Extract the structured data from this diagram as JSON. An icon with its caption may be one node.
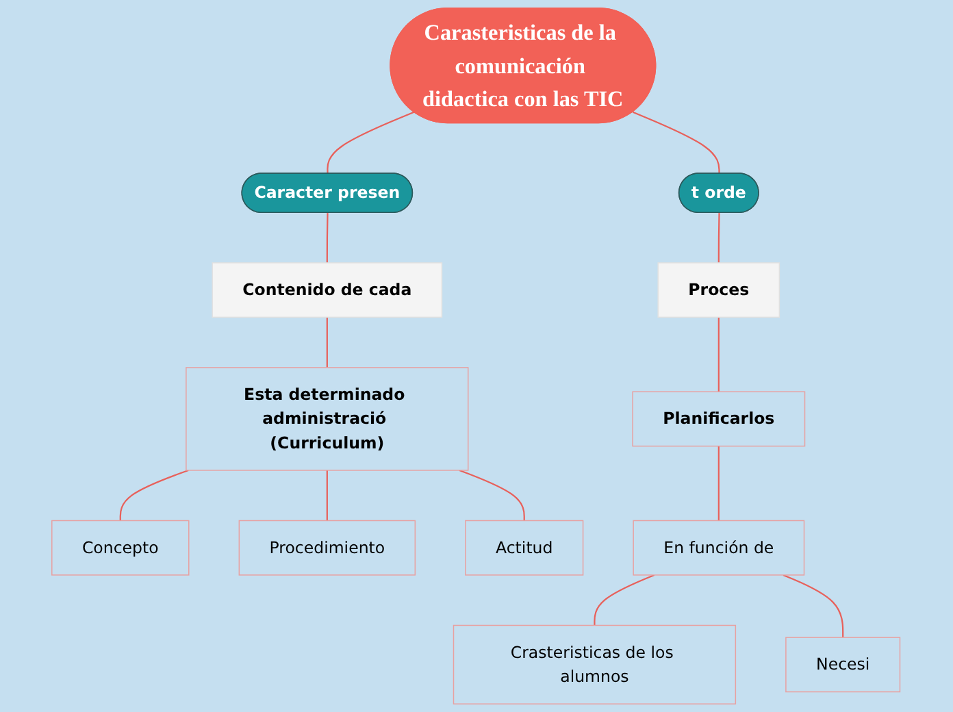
{
  "diagram": {
    "nodes": [
      {
        "text": [
          "Carasteristicas de la comunicación didactica con las TIC"
        ]
      },
      {
        "text": [
          "Caracter presen"
        ]
      },
      {
        "text": [
          "Contenido de cada"
        ]
      },
      {
        "text": [
          "Esta determinado administració (Curriculum)"
        ]
      },
      {
        "text": [
          "Concepto"
        ]
      },
      {
        "text": [
          "Procedimiento"
        ]
      },
      {
        "text": [
          "Actitud"
        ]
      },
      {
        "text": [
          "t orde"
        ]
      },
      {
        "text": [
          "Proces"
        ]
      },
      {
        "text": [
          "Planificarlos"
        ]
      },
      {
        "text": [
          "En función de"
        ]
      },
      {
        "text": [
          "Crasteristicas de los alumnos"
        ]
      },
      {
        "text": [
          "Necesi"
        ]
      }
    ],
    "edges": [
      {
        "from": 0,
        "to": 1,
        "arrow": "none"
      },
      {
        "from": 1,
        "to": 2,
        "arrow": "none"
      },
      {
        "from": 2,
        "to": 3,
        "arrow": "none"
      },
      {
        "from": 3,
        "to": 4,
        "arrow": "none"
      },
      {
        "from": 3,
        "to": 5,
        "arrow": "none"
      },
      {
        "from": 3,
        "to": 6,
        "arrow": "none"
      },
      {
        "from": 0,
        "to": 7,
        "arrow": "none"
      },
      {
        "from": 7,
        "to": 8,
        "arrow": "none"
      },
      {
        "from": 8,
        "to": 9,
        "arrow": "none"
      },
      {
        "from": 9,
        "to": 10,
        "arrow": "none"
      },
      {
        "from": 10,
        "to": 11,
        "arrow": "none"
      },
      {
        "from": 10,
        "to": 12,
        "arrow": "none"
      }
    ]
  }
}
